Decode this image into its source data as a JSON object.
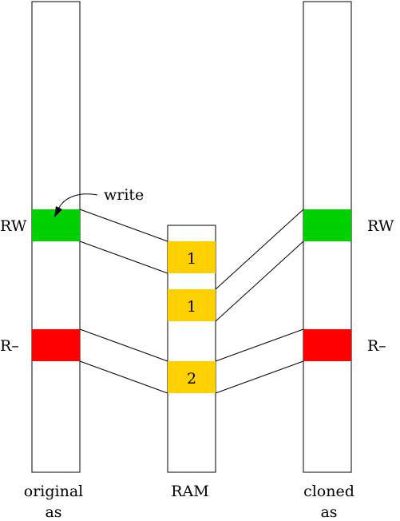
{
  "diagram": {
    "columns": {
      "original": {
        "label_line1": "original",
        "label_line2": "as"
      },
      "ram": {
        "label": "RAM"
      },
      "cloned": {
        "label_line1": "cloned",
        "label_line2": "as"
      }
    },
    "permissions": {
      "original_rw": "RW",
      "original_r": "R–",
      "cloned_rw": "RW",
      "cloned_r": "R–"
    },
    "annotation": {
      "write": "write"
    },
    "ram_pages": [
      {
        "refcount": "1"
      },
      {
        "refcount": "1"
      },
      {
        "refcount": "2"
      }
    ],
    "colors": {
      "writable_page": "#00d000",
      "readonly_page": "#ff0000",
      "physical_page": "#ffd000"
    }
  }
}
